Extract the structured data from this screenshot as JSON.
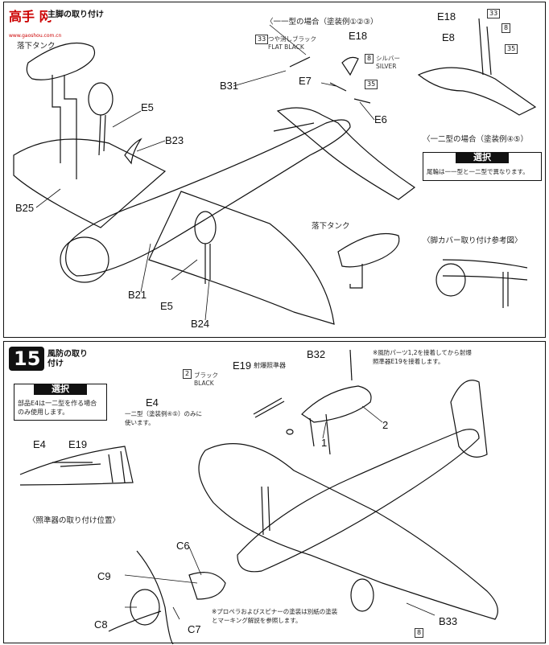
{
  "watermark": {
    "brand": "高手 网",
    "url": "www.gaoshou.com.cn"
  },
  "step14": {
    "title": "主脚の取り付け",
    "drop_tank_1": "落下タンク",
    "drop_tank_2": "落下タンク",
    "case_top": "〈一一型の場合（塗装例①②③）",
    "case_right": "〈一二型の場合（塗装例④⑤）",
    "paint_33": "33",
    "paint_33_text": "つや消しブラック FLAT BLACK",
    "paint_8": "8",
    "paint_8_text": "シルバー SILVER",
    "paint_35": "35",
    "select_title": "選択",
    "select_text": "尾輪は一一型と一二型で異なります。",
    "ref_title": "〈脚カバー取り付け参考図〉",
    "labels": {
      "E18a": "E18",
      "E18b": "E18",
      "E8": "E8",
      "E7": "E7",
      "E6": "E6",
      "E5a": "E5",
      "E5b": "E5",
      "B31": "B31",
      "B23": "B23",
      "B25": "B25",
      "B21": "B21",
      "B24": "B24",
      "r8": "8",
      "r33": "33",
      "r35": "35"
    }
  },
  "step15": {
    "number": "15",
    "title": "風防の取り付け",
    "select_title": "選択",
    "select_text": "部品E4は一二型を作る場合のみ使用します。",
    "note_top": "※風防パーツ1,2を接着してから射爆照準器E19を接着します。",
    "e19_label": "E19",
    "e19_text": "射爆照準器",
    "paint_2": "2",
    "paint_2_text": "ブラック BLACK",
    "e4_note": "一二型（塗装例④⑤）のみに使います。",
    "sight_title": "〈照準器の取り付け位置〉",
    "prop_note": "※プロペラおよびスピナーの塗装は別紙の塗装とマーキング解説を参照します。",
    "paint_8b": "8",
    "labels": {
      "B32": "B32",
      "E4a": "E4",
      "E4b": "E4",
      "E19b": "E19",
      "n1": "1",
      "n2": "2",
      "C6": "C6",
      "C9": "C9",
      "C8": "C8",
      "C7": "C7",
      "B33": "B33"
    }
  }
}
